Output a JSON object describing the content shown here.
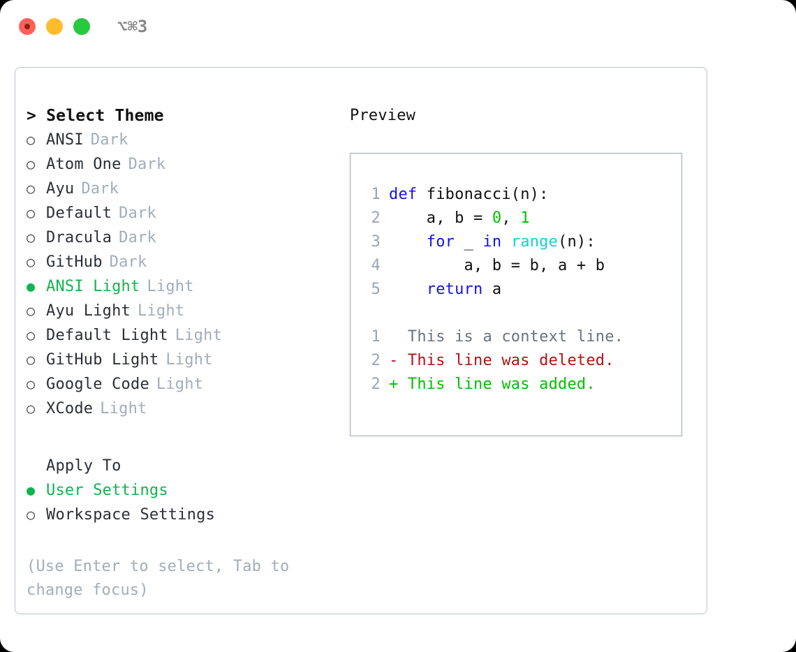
{
  "titlebar": {
    "shortcut": "⌥⌘3",
    "lights": [
      {
        "name": "close",
        "color": "#ff6058"
      },
      {
        "name": "minimize",
        "color": "#ffbd2e"
      },
      {
        "name": "maximize",
        "color": "#27c93f"
      }
    ]
  },
  "theme_picker": {
    "heading": "> Select Theme",
    "selected_bullet": "●",
    "unselected_bullet": "○",
    "options": [
      {
        "label": "ANSI",
        "variant": "Dark",
        "selected": false
      },
      {
        "label": "Atom One",
        "variant": "Dark",
        "selected": false
      },
      {
        "label": "Ayu",
        "variant": "Dark",
        "selected": false
      },
      {
        "label": "Default",
        "variant": "Dark",
        "selected": false
      },
      {
        "label": "Dracula",
        "variant": "Dark",
        "selected": false
      },
      {
        "label": "GitHub",
        "variant": "Dark",
        "selected": false
      },
      {
        "label": "ANSI Light",
        "variant": "Light",
        "selected": true
      },
      {
        "label": "Ayu Light",
        "variant": "Light",
        "selected": false
      },
      {
        "label": "Default Light",
        "variant": "Light",
        "selected": false
      },
      {
        "label": "GitHub Light",
        "variant": "Light",
        "selected": false
      },
      {
        "label": "Google Code",
        "variant": "Light",
        "selected": false
      },
      {
        "label": "XCode",
        "variant": "Light",
        "selected": false
      }
    ]
  },
  "apply_to": {
    "title": "Apply To",
    "options": [
      {
        "label": "User Settings",
        "selected": true
      },
      {
        "label": "Workspace Settings",
        "selected": false
      }
    ]
  },
  "hint": "(Use Enter to select, Tab to change focus)",
  "preview": {
    "title": "Preview",
    "code_lines": [
      {
        "no": "1",
        "tokens": [
          {
            "t": "def",
            "c": "kw"
          },
          {
            "t": " fibonacci(n):",
            "c": "id"
          }
        ]
      },
      {
        "no": "2",
        "tokens": [
          {
            "t": "    a, b = ",
            "c": "id"
          },
          {
            "t": "0",
            "c": "num"
          },
          {
            "t": ", ",
            "c": "id"
          },
          {
            "t": "1",
            "c": "num"
          }
        ]
      },
      {
        "no": "3",
        "tokens": [
          {
            "t": "    ",
            "c": "id"
          },
          {
            "t": "for",
            "c": "kw"
          },
          {
            "t": " _ ",
            "c": "id"
          },
          {
            "t": "in",
            "c": "kw"
          },
          {
            "t": " ",
            "c": "id"
          },
          {
            "t": "range",
            "c": "fn"
          },
          {
            "t": "(n):",
            "c": "id"
          }
        ]
      },
      {
        "no": "4",
        "tokens": [
          {
            "t": "        a, b = b, a + b",
            "c": "id"
          }
        ]
      },
      {
        "no": "5",
        "tokens": [
          {
            "t": "    ",
            "c": "id"
          },
          {
            "t": "return",
            "c": "kw"
          },
          {
            "t": " a",
            "c": "id"
          }
        ]
      }
    ],
    "diff_lines": [
      {
        "no": "1",
        "marker": "  ",
        "text": "This is a context line.",
        "kind": "ctx"
      },
      {
        "no": "2",
        "marker": "- ",
        "text": "This line was deleted.",
        "kind": "del"
      },
      {
        "no": "2",
        "marker": "+ ",
        "text": "This line was added.",
        "kind": "add"
      }
    ]
  },
  "colors": {
    "accent_green": "#10b44e",
    "muted": "#a2adbb",
    "keyword_blue": "#1414dc",
    "function_cyan": "#15cfd4",
    "number_green": "#00bf00",
    "diff_delete_red": "#b01313",
    "diff_add_green": "#00bf00",
    "panel_border": "#b9c2cc",
    "code_border": "#9aa5b1"
  }
}
